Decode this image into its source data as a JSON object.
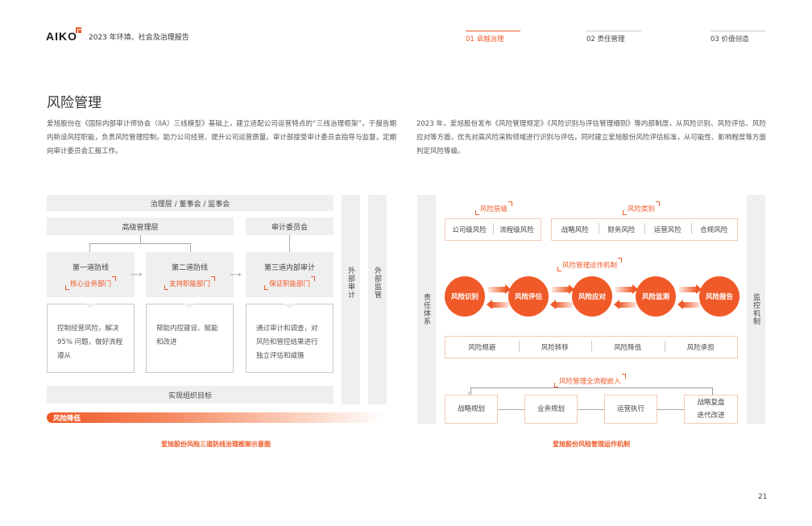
{
  "header": {
    "logo": "AIKO",
    "report_title": "2023 年环境、社会及治理报告",
    "nav_tabs": [
      {
        "label": "01 卓越治理",
        "active": true
      },
      {
        "label": "02 责任管理",
        "active": false
      },
      {
        "label": "03 价值创造",
        "active": false
      }
    ]
  },
  "section_title": "风险管理",
  "paragraphs": {
    "left": "爱旭股份在《国际内部审计师协会（IIA）三线模型》基础上，建立适配公司运营特点的“三线治理框架”，于报告期内新设风控职能，负责风险管理控制，助力公司经营、提升公司运营质量。审计部接受审计委员会指导与监督，定期向审计委员会汇报工作。",
    "right": "2023 年，爱旭股份发布《风险管理规定》《风险识别与评估管理细则》等内部制度，从风险识别、风险评估、风险应对等方面，优先对高风险采购领域进行识别与评估，同时建立爱旭股份风险评估标准，从可能性、影响程度等方面判定风险等级。"
  },
  "three_lines_diagram": {
    "governance": "治理层 / 董事会 / 监事会",
    "senior_mgmt": "高级管理层",
    "audit_committee": "审计委员会",
    "lines": [
      {
        "title": "第一道防线",
        "tag": "核心业务部门",
        "desc": "控制经营风险，解决 95% 问题，做好流程遵从"
      },
      {
        "title": "第二道防线",
        "tag": "支持职能部门",
        "desc": "帮助内控建设、赋能和改进"
      },
      {
        "title": "第三道内部审计",
        "tag": "保证职能部门",
        "desc": "通过审计和调查，对风险和管控结果进行独立评估和威慑"
      }
    ],
    "external_audit": "外部审计",
    "external_supervision": "外部监管",
    "goal": "实现组织目标",
    "risk_bar_label": "风险降低",
    "caption": "爱旭股份风险三道防线治理框架示意图"
  },
  "risk_mechanism_diagram": {
    "left_side_label": "责任体系",
    "right_side_label": "监控机制",
    "risk_level_label": "风险层级",
    "risk_levels": [
      "公司级风险",
      "流程级风险"
    ],
    "risk_type_label": "风险类别",
    "risk_types": [
      "战略风险",
      "财务风险",
      "运营风险",
      "合规风险"
    ],
    "mechanism_label": "风险管理运作机制",
    "steps": [
      "风险识别",
      "风险评估",
      "风险应对",
      "风险监测",
      "风险报告"
    ],
    "responses": [
      "风险规避",
      "风险转移",
      "风险降低",
      "风险承担"
    ],
    "embed_label": "风险管理全流程嵌入",
    "flow": [
      "战略规划",
      "业务规划",
      "运营执行",
      "战略复盘\n迭代改进"
    ],
    "flow_last_lines": [
      "战略复盘",
      "迭代改进"
    ],
    "caption": "爱旭股份风险管理运作机制"
  },
  "page_number": "21",
  "colors": {
    "accent": "#f05a28",
    "panel_gray": "#efefef",
    "border_peach": "#f5c9b8"
  }
}
